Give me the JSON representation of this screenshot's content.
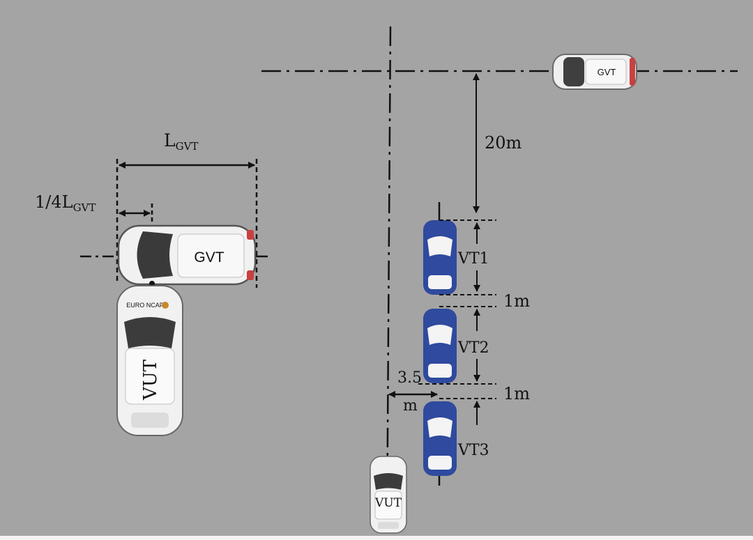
{
  "labels": {
    "length_main": "L",
    "length_sub": "GVT",
    "quarter_main": "1/4L",
    "quarter_sub": "GVT",
    "distance_20m": "20m",
    "gap_1m_a": "1m",
    "gap_1m_b": "1m",
    "lateral_value": "3.5",
    "lateral_unit": "m"
  },
  "vehicles": {
    "gvt_top": "GVT",
    "gvt_left": "GVT",
    "vut_left": "VUT",
    "vut_bottom": "VUT",
    "vt1": "VT1",
    "vt2": "VT2",
    "vt3": "VT3",
    "vut_logo": "EURO NCAP"
  },
  "colors": {
    "background": "#a4a4a4",
    "target_vehicle_blue": "#2f4a9e",
    "car_white": "#f2f2f2",
    "line": "#111111"
  }
}
